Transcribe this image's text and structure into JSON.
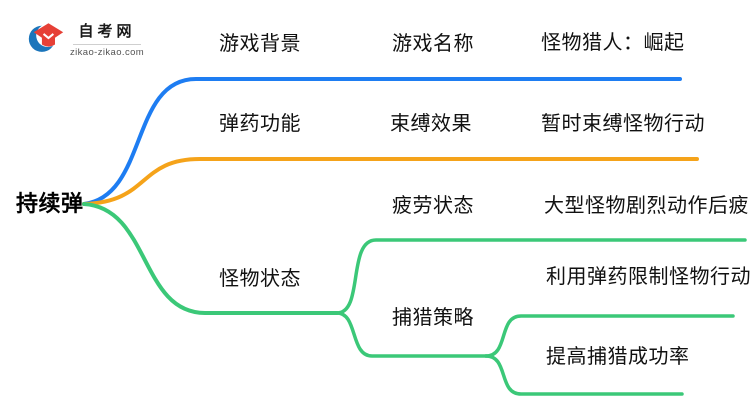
{
  "logo": {
    "title": "自考网",
    "domain": "zikao-zikao.com",
    "icon": "graduation-cap-icon"
  },
  "mindmap": {
    "root": {
      "label": "持续弹"
    },
    "colors": {
      "blue": "#1e7df2",
      "orange": "#f5a31a",
      "green": "#3bc878"
    },
    "branches": [
      {
        "name": "game-background",
        "label": "游戏背景",
        "color": "#1e7df2",
        "children": [
          {
            "label": "游戏名称",
            "children": [
              {
                "label": "怪物猎人：崛起"
              }
            ]
          }
        ]
      },
      {
        "name": "ammo-function",
        "label": "弹药功能",
        "color": "#f5a31a",
        "children": [
          {
            "label": "束缚效果",
            "children": [
              {
                "label": "暂时束缚怪物行动"
              }
            ]
          }
        ]
      },
      {
        "name": "monster-state",
        "label": "怪物状态",
        "color": "#3bc878",
        "children": [
          {
            "label": "疲劳状态",
            "children": [
              {
                "label": "大型怪物剧烈动作后疲劳"
              }
            ]
          },
          {
            "label": "捕猎策略",
            "children": [
              {
                "label": "利用弹药限制怪物行动"
              },
              {
                "label": "提高捕猎成功率"
              }
            ]
          }
        ]
      }
    ]
  }
}
